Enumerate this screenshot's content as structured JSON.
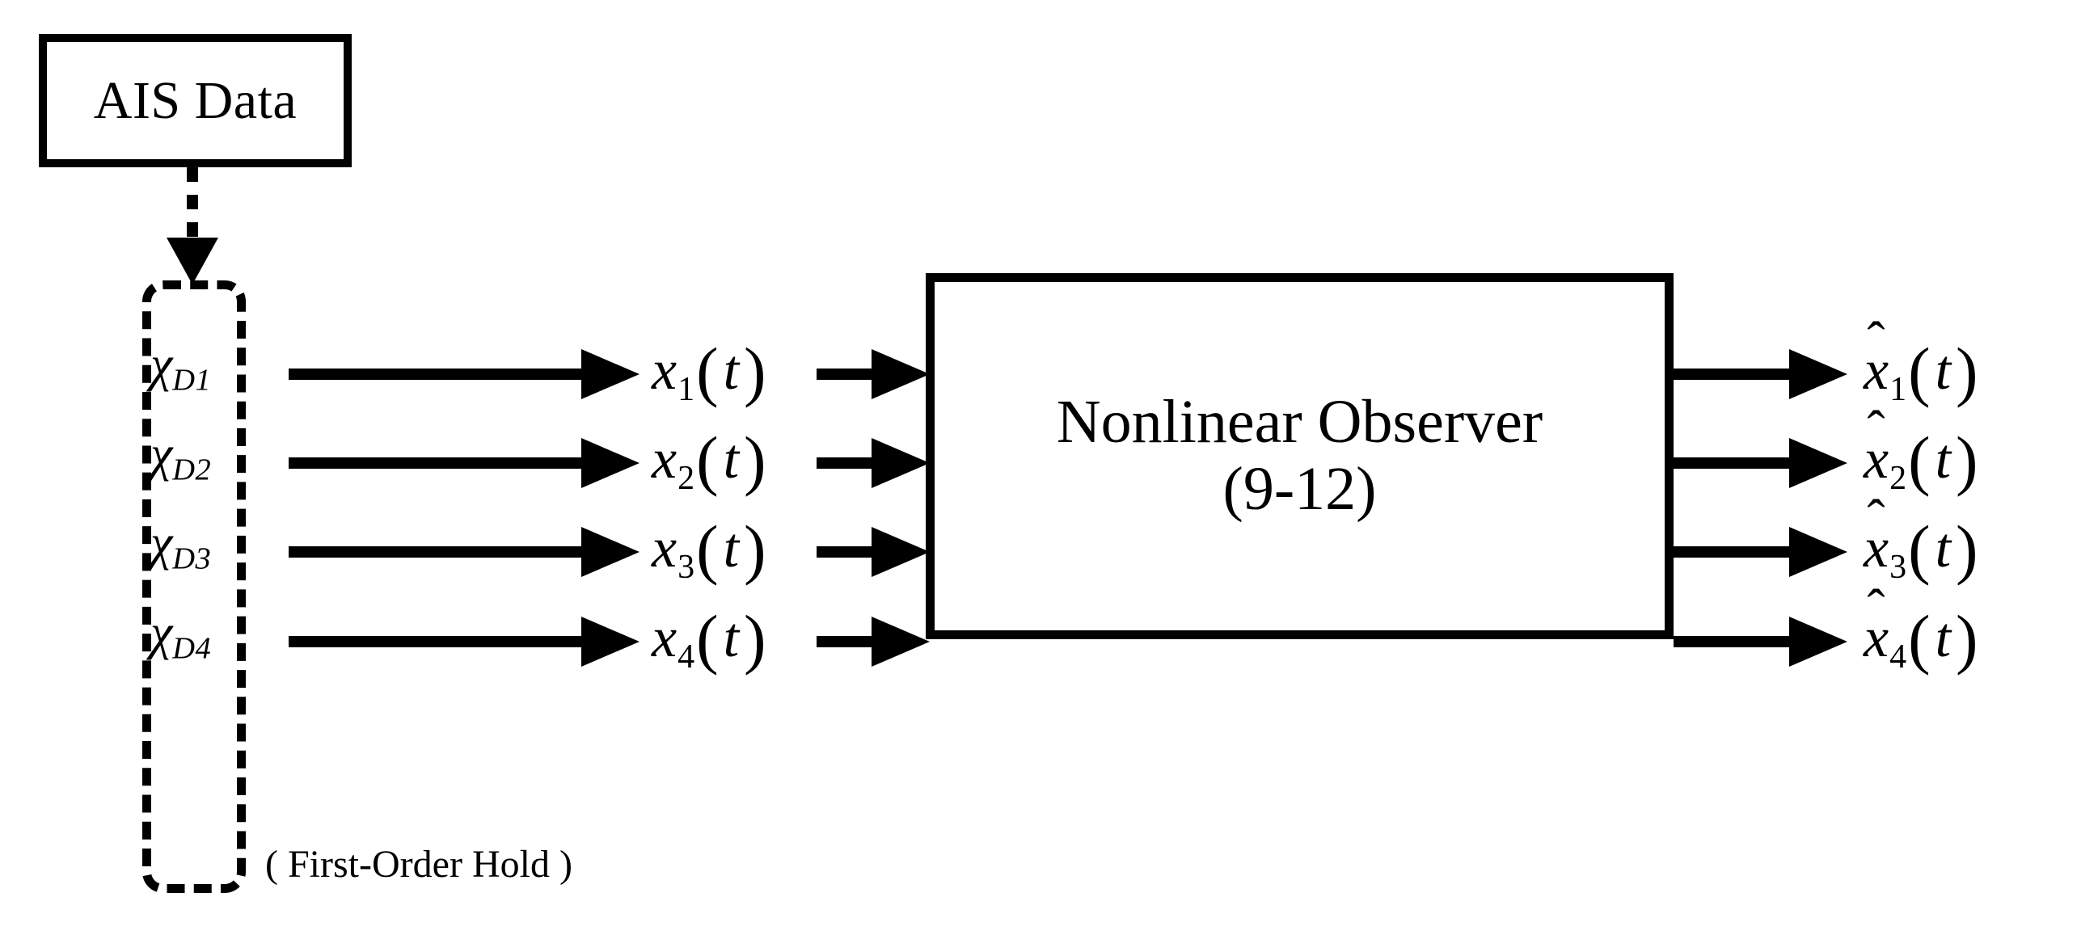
{
  "diagram": {
    "title": "Nonlinear Observer block diagram with first-order hold of AIS data",
    "colors": {
      "stroke": "#000000",
      "background": "#ffffff"
    },
    "source": {
      "label": "AIS Data",
      "connector_icon": "dotted-down-arrow-icon"
    },
    "hold_block": {
      "caption": "( First-Order Hold )",
      "signals": [
        {
          "base": "χ",
          "sub": "D1"
        },
        {
          "base": "χ",
          "sub": "D2"
        },
        {
          "base": "χ",
          "sub": "D3"
        },
        {
          "base": "χ",
          "sub": "D4"
        }
      ]
    },
    "inputs": [
      {
        "var": "x",
        "sub": "1",
        "open": "(",
        "arg": "t",
        "close": ")"
      },
      {
        "var": "x",
        "sub": "2",
        "open": "(",
        "arg": "t",
        "close": ")"
      },
      {
        "var": "x",
        "sub": "3",
        "open": "(",
        "arg": "t",
        "close": ")"
      },
      {
        "var": "x",
        "sub": "4",
        "open": "(",
        "arg": "t",
        "close": ")"
      }
    ],
    "observer": {
      "title": "Nonlinear Observer",
      "subtitle": "(9-12)"
    },
    "outputs": [
      {
        "hat": "̂",
        "var": "x",
        "sub": "1",
        "open": "(",
        "arg": "t",
        "close": ")"
      },
      {
        "hat": "̂",
        "var": "x",
        "sub": "2",
        "open": "(",
        "arg": "t",
        "close": ")"
      },
      {
        "hat": "̂",
        "var": "x",
        "sub": "3",
        "open": "(",
        "arg": "t",
        "close": ")"
      },
      {
        "hat": "̂",
        "var": "x",
        "sub": "4",
        "open": "(",
        "arg": "t",
        "close": ")"
      }
    ]
  }
}
